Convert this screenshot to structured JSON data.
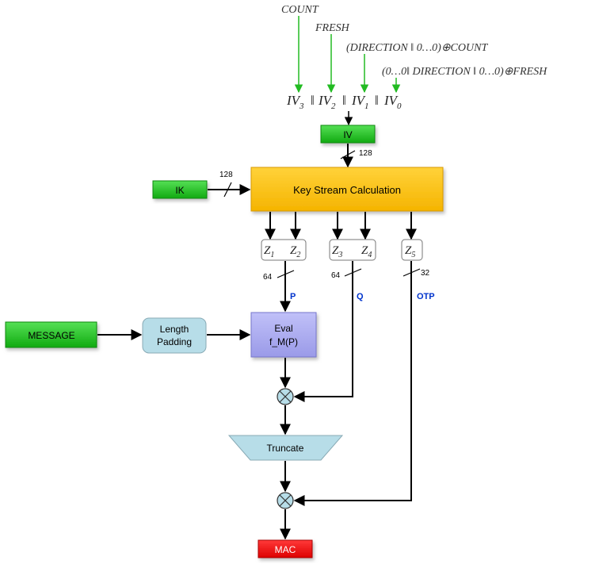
{
  "inputs": {
    "count": "COUNT",
    "fresh": "FRESH",
    "iv1_expr": "(DIRECTION ‖ 0…0)⊕COUNT",
    "iv0_expr": "(0…0‖ DIRECTION ‖ 0…0)⊕FRESH",
    "iv_concat": {
      "iv3": "IV",
      "iv3_sub": "3",
      "iv2": "IV",
      "iv2_sub": "2",
      "iv1": "IV",
      "iv1_sub": "1",
      "iv0": "IV",
      "iv0_sub": "0",
      "sep": "‖"
    }
  },
  "blocks": {
    "iv": "IV",
    "ik": "IK",
    "keystream": "Key Stream Calculation",
    "message": "MESSAGE",
    "length_padding_line1": "Length",
    "length_padding_line2": "Padding",
    "eval_line1": "Eval",
    "eval_line2": "f_M(P)",
    "truncate": "Truncate",
    "mac": "MAC"
  },
  "z_boxes": {
    "z1": "Z",
    "z1_sub": "1",
    "z2": "Z",
    "z2_sub": "2",
    "z3": "Z",
    "z3_sub": "3",
    "z4": "Z",
    "z4_sub": "4",
    "z5": "Z",
    "z5_sub": "5"
  },
  "widths": {
    "iv": "128",
    "ik": "128",
    "p": "64",
    "q": "64",
    "otp": "32"
  },
  "signals": {
    "p": "P",
    "q": "Q",
    "otp": "OTP"
  },
  "colors": {
    "green_block": "#22cc22",
    "yellow_block": "#ffc000",
    "light_blue": "#b7dde8",
    "purple": "#a9a9f0",
    "red": "#ff0000",
    "arrow_green": "#22bb22",
    "signal_blue": "#0033cc",
    "xor_fill": "#b7dde8"
  }
}
